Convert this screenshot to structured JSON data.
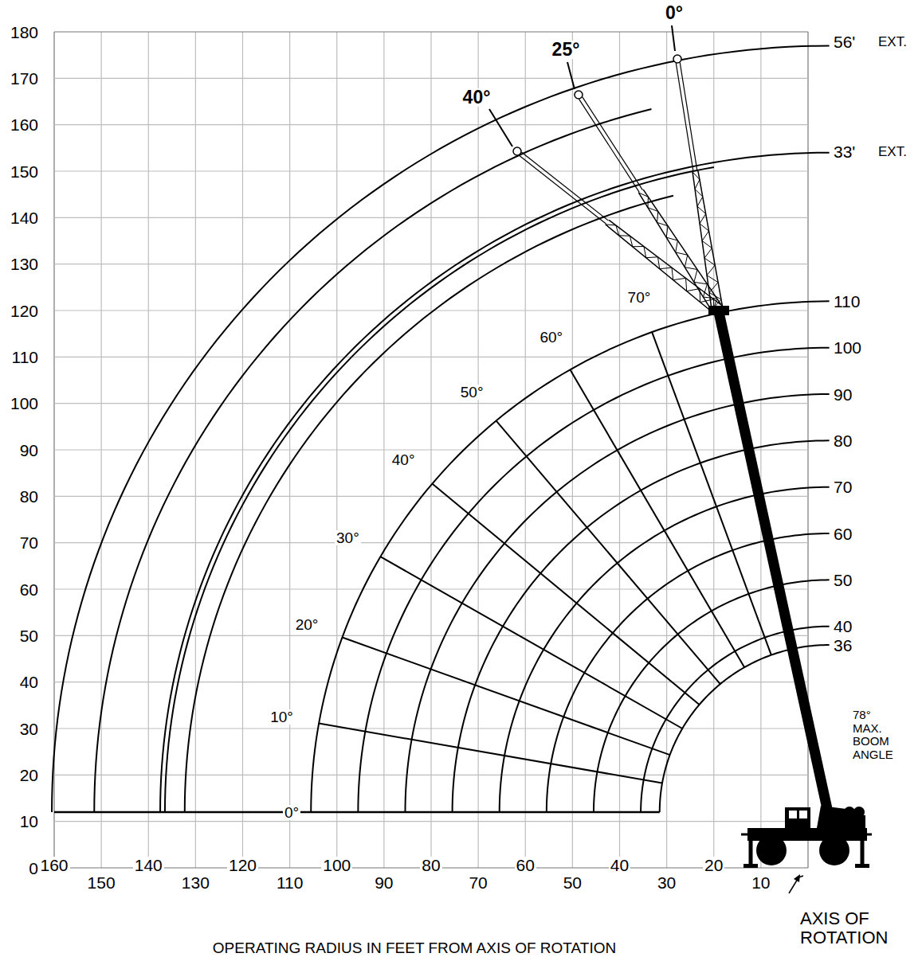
{
  "diagram": {
    "labels": [
      "180",
      "170",
      "160",
      "150",
      "140",
      "130",
      "120",
      "110",
      "100",
      "90",
      "80",
      "70",
      "60",
      "50",
      "40",
      "30",
      "20",
      "10",
      "0",
      "160",
      "150",
      "140",
      "130",
      "120",
      "110",
      "100",
      "90",
      "80",
      "70",
      "60",
      "50",
      "40",
      "30",
      "20",
      "10",
      "110",
      "100",
      "90",
      "80",
      "70",
      "60",
      "50",
      "40",
      "36",
      "70°",
      "60°",
      "50°",
      "40°",
      "30°",
      "20°",
      "10°",
      "0°",
      "0°",
      "25°",
      "40°",
      "56'",
      "EXT.",
      "33'",
      "EXT.",
      "78° MAX. BOOM ANGLE",
      "AXIS OF ROTATION",
      "OPERATING RADIUS IN FEET FROM AXIS OF ROTATION"
    ]
  }
}
